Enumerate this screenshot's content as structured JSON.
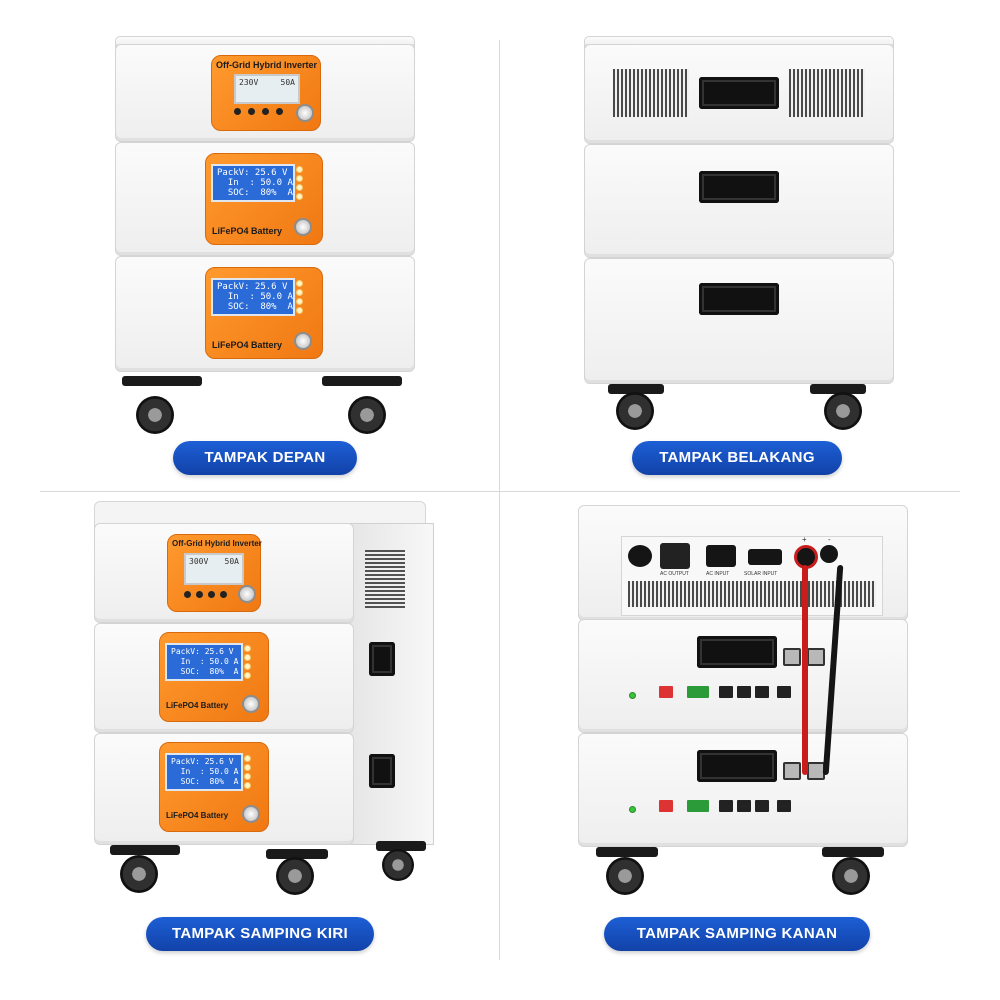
{
  "views": {
    "front": "TAMPAK DEPAN",
    "back": "TAMPAK BELAKANG",
    "left": "TAMPAK SAMPING KIRI",
    "right": "TAMPAK SAMPING KANAN"
  },
  "inverter": {
    "title": "Off-Grid Hybrid Inverter",
    "lcd_left": "230V",
    "lcd_right": "50A",
    "lcd_left_side": "300V",
    "lcd_right_side": "50A"
  },
  "battery": {
    "lcd_line1": "PackV: 25.6 V",
    "lcd_line2": "  In  : 50.0 A",
    "lcd_line3": "  SOC:  80%  A",
    "label": "LiFePO4 Battery"
  },
  "rear_panel": {
    "ac_output": "AC OUTPUT",
    "ac_input": "AC INPUT",
    "solar_input": "SOLAR INPUT",
    "plus": "+",
    "minus": "-"
  },
  "colors": {
    "panel_orange": "#f07812",
    "lcd_blue": "#2a6bd8",
    "pill_blue": "#1d5fd6"
  }
}
